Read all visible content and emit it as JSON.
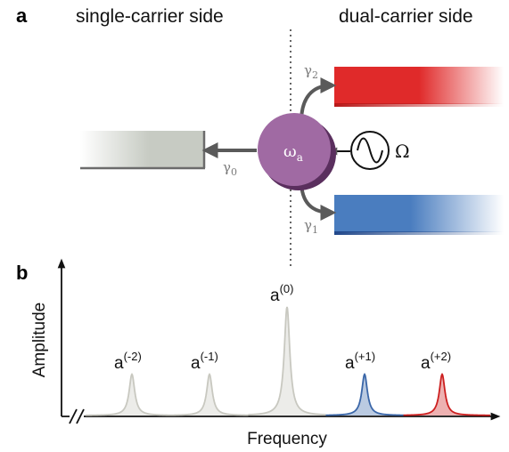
{
  "panel_a": {
    "letter": "a",
    "left_title": "single-carrier side",
    "right_title": "dual-carrier side",
    "mode": {
      "symbol": "ω",
      "subscript": "a"
    },
    "drive": {
      "symbol": "Ω"
    },
    "couplings": [
      {
        "symbol": "γ",
        "subscript": "0"
      },
      {
        "symbol": "γ",
        "subscript": "1"
      },
      {
        "symbol": "γ",
        "subscript": "2"
      }
    ],
    "colors": {
      "resonator": "#a06aa3",
      "resonator_shadow": "#5a2f5e",
      "left_waveguide": "#c7cbc3",
      "upper_right_waveguide": "#e03030",
      "lower_right_waveguide": "#4a7dbf",
      "arrows": "#5a5a5a"
    }
  },
  "panel_b": {
    "letter": "b",
    "y_axis_label": "Amplitude",
    "x_axis_label": "Frequency",
    "peaks": [
      {
        "base": "a",
        "sup": "(-2)",
        "color": "#c8c8c0",
        "relative_height": 0.38
      },
      {
        "base": "a",
        "sup": "(-1)",
        "color": "#c8c8c0",
        "relative_height": 0.38
      },
      {
        "base": "a",
        "sup": "(0)",
        "color": "#c8c8c0",
        "relative_height": 1.0
      },
      {
        "base": "a",
        "sup": "(+1)",
        "color": "#3a66a8",
        "relative_height": 0.38
      },
      {
        "base": "a",
        "sup": "(+2)",
        "color": "#cc1f1f",
        "relative_height": 0.38
      }
    ]
  }
}
